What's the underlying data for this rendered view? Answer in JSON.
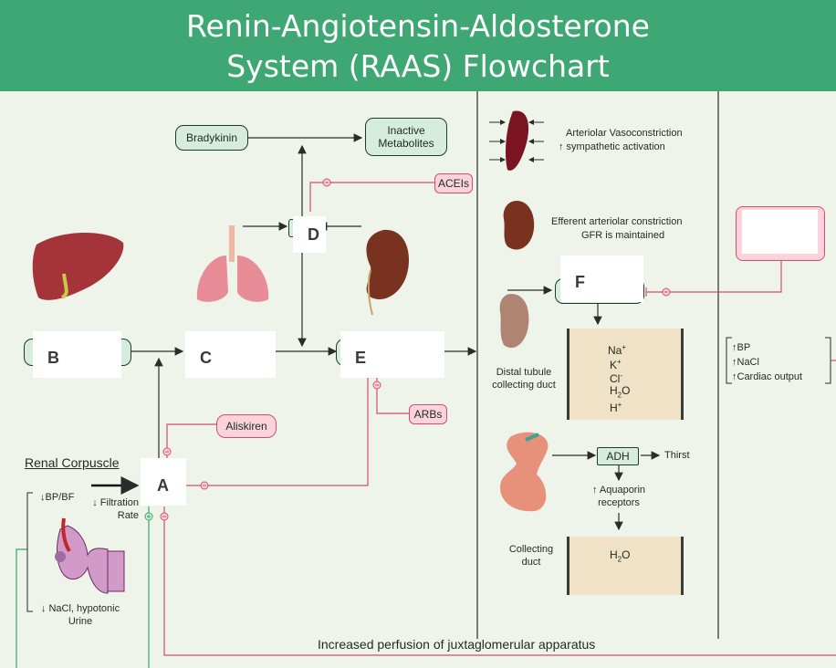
{
  "title": {
    "line1": "Renin-Angiotensin-Aldosterone",
    "line2": "System (RAAS) Flowchart"
  },
  "boxes": {
    "bradykinin": "Bradykinin",
    "inactive_metabolites": "Inactive Metabolites",
    "acei": "ACEIs",
    "aliskiren": "Aliskiren",
    "arbs": "ARBs",
    "adh": "ADH"
  },
  "placeholders": {
    "A": "A",
    "B": "B",
    "C": "C",
    "D": "D",
    "E": "E",
    "F": "F"
  },
  "labels": {
    "renal_corpuscle": "Renal Corpuscle",
    "bp_bf": "↓BP/BF",
    "filtration_rate": "↓ Filtration Rate",
    "nacl_urine": "↓   NaCl, hypotonic Urine",
    "arteriolar_line1": "Arteriolar Vasoconstriction",
    "arteriolar_line2": "↑   sympathetic activation",
    "efferent_line1": "Efferent arteriolar constriction",
    "efferent_line2": "GFR is maintained",
    "distal_tubule": "Distal tubule collecting duct",
    "thirst": "Thirst",
    "aquaporin": "↑  Aquaporin receptors",
    "collecting_duct": "Collecting duct",
    "perfusion": "Increased perfusion of juxtaglomerular apparatus",
    "effects": [
      "↑BP",
      "↑NaCl",
      "↑Cardiac output"
    ]
  },
  "ions": [
    "Na+",
    "K+",
    "Cl-",
    "H2O",
    "H+"
  ],
  "collecting_water": "H2O",
  "colors": {
    "header": "#3ea773",
    "background": "#eef4ea",
    "inhibit": "#d24e6e",
    "stimulate": "#3aa36a",
    "arrow": "#2b2b2b"
  }
}
